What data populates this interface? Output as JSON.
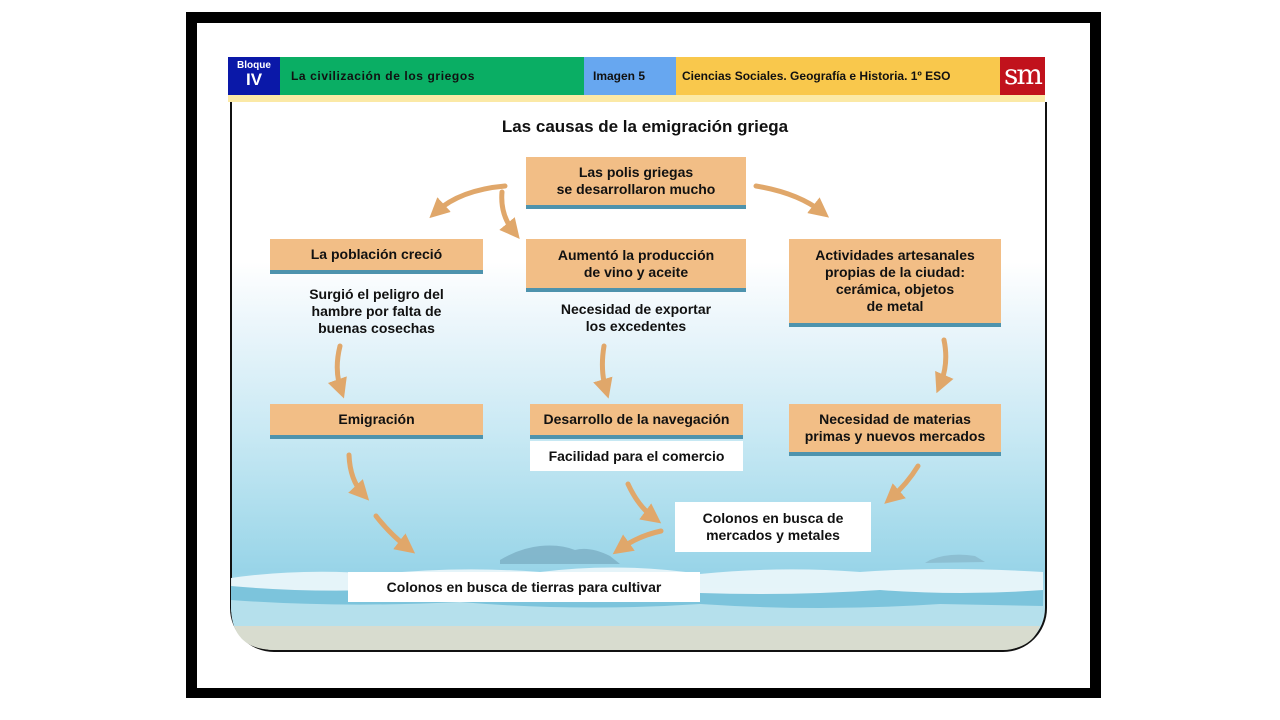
{
  "header": {
    "bloque_label": "Bloque",
    "bloque_number": "IV",
    "unit_title": "La civilización de los griegos",
    "image_label": "Imagen 5",
    "subject": "Ciencias Sociales. Geografía e Historia. 1º ESO",
    "logo": "sm",
    "colors": {
      "bloque": "#0a18a8",
      "title": "#0aae64",
      "imagen": "#67a7f0",
      "subject": "#f9c84c",
      "logo": "#c1121c"
    }
  },
  "diagram": {
    "title": "Las causas de la emigración griega",
    "top_box": "Las polis griegas\nse desarrollaron mucho",
    "left": {
      "box": "La población creció",
      "note": "Surgió el peligro del\nhambre por falta de\nbuenas cosechas",
      "result_box": "Emigración"
    },
    "center": {
      "box": "Aumentó la producción\nde vino y aceite",
      "note": "Necesidad de exportar\nlos excedentes",
      "result_box": "Desarrollo de la navegación",
      "result_note": "Facilidad para el comercio"
    },
    "right": {
      "box": "Actividades artesanales\npropias de la ciudad:\ncerámica, objetos\nde metal",
      "result_box": "Necesidad de materias\nprimas y nuevos mercados"
    },
    "outcomes": {
      "merchants": "Colonos en busca de\nmercados y metales",
      "farmers": "Colonos en busca de tierras para cultivar"
    },
    "colors": {
      "box_fill": "#f2be86",
      "box_underline": "#4e93ad",
      "arrow": "#e0a76a"
    }
  }
}
